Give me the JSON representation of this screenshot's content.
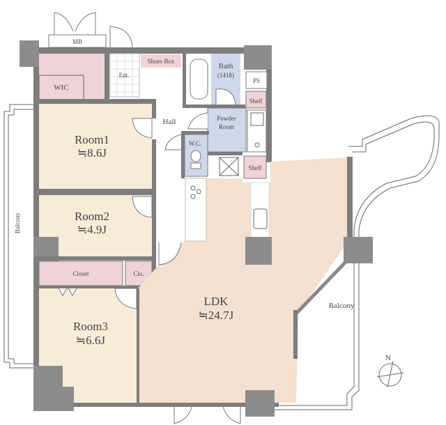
{
  "plan": {
    "rooms": {
      "mb": "MB",
      "wic": "WIC",
      "ent": "Ent.",
      "shoes_box": "Shoes Box",
      "bath": "Bath",
      "bath_size": "(1418)",
      "ps": "PS",
      "shelf_1": "Shelf",
      "shelf_2": "Shelf",
      "hall": "Hall",
      "powder_room_1": "Powder",
      "powder_room_2": "Room",
      "wc": "W.C.",
      "room1": "Room1",
      "room1_area": "≒8.6J",
      "room2": "Room2",
      "room2_area": "≒4.9J",
      "closet": "Closet",
      "clo": "Clo.",
      "room3": "Room3",
      "room3_area": "≒6.6J",
      "ldk": "LDK",
      "ldk_area": "≒24.7J",
      "balcony_left": "Balcony",
      "balcony_right": "Balcony"
    },
    "compass": "N",
    "colors": {
      "room": "#f7ecd8",
      "ldk": "#f3e0d1",
      "storage": "#f0d3d7",
      "wet": "#cfd8eb",
      "wall": "#7d7d7d"
    }
  }
}
